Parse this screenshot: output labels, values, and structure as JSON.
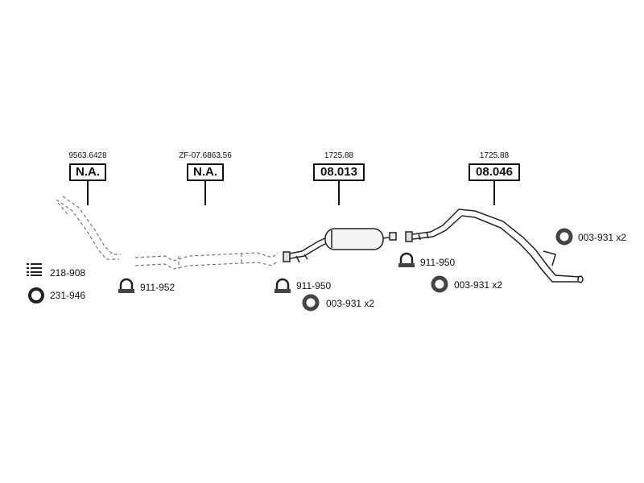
{
  "parts": [
    {
      "ref": "9563.6428",
      "code": "N.A."
    },
    {
      "ref": "ZF-07.6863.56",
      "code": "N.A."
    },
    {
      "ref": "1725.88",
      "code": "08.013"
    },
    {
      "ref": "1725.88",
      "code": "08.046"
    }
  ],
  "accessories": {
    "kit_218": "218-908",
    "ring_231": "231-946",
    "clamp_952": "911-952",
    "clamp_950_a": "911-950",
    "ring_003_a": "003-931 x2",
    "clamp_950_b": "911-950",
    "ring_003_b": "003-931 x2",
    "ring_003_c": "003-931 x2"
  },
  "icons": {
    "clamp": "u-clamp-icon",
    "ring": "gasket-ring-icon",
    "kit": "mounting-kit-icon"
  }
}
